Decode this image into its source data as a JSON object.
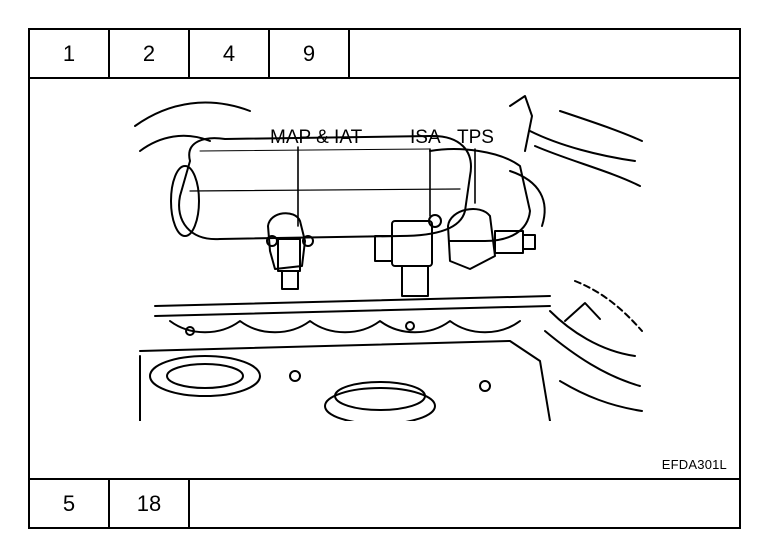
{
  "header_cells": [
    "1",
    "2",
    "4",
    "9"
  ],
  "footer_cells": [
    "5",
    "18"
  ],
  "labels": {
    "map_iat": "MAP & IAT",
    "isa": "ISA",
    "tps": "TPS"
  },
  "caption": "EFDA301L"
}
